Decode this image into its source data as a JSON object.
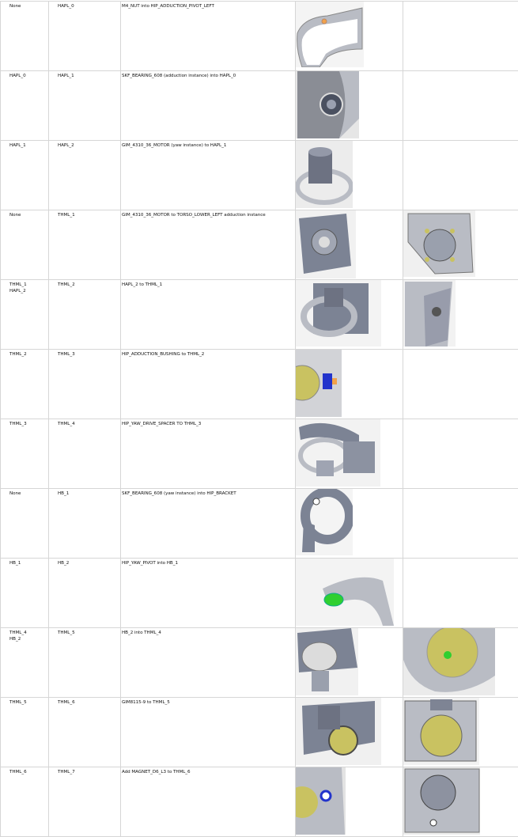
{
  "rows": [
    {
      "parent": [
        "None"
      ],
      "child": "HAPL_0",
      "description": "M4_NUT into HIP_ADDUCTION_PIVOT_LEFT",
      "images": [
        {
          "name": "nut-into-pivot-view"
        }
      ]
    },
    {
      "parent": [
        "HAPL_0"
      ],
      "child": "HAPL_1",
      "description": "SKF_BEARING_608 (adduction instance) into HAPL_0",
      "images": [
        {
          "name": "bearing-into-hapl0-view"
        }
      ]
    },
    {
      "parent": [
        "HAPL_1"
      ],
      "child": "HAPL_2",
      "description": "GIM_4310_36_MOTOR (yaw instance) to HAPL_1",
      "images": [
        {
          "name": "motor-to-hapl1-view"
        }
      ]
    },
    {
      "parent": [
        "None"
      ],
      "child": "THML_1",
      "description": "GIM_4310_36_MOTOR to TORSO_LOWER_LEFT adduction instance",
      "images": [
        {
          "name": "motor-to-torso-view"
        },
        {
          "name": "motor-to-torso-rear-view"
        }
      ]
    },
    {
      "parent": [
        "THML_1",
        "HAPL_2"
      ],
      "child": "THML_2",
      "description": "HAPL_2 to THML_1",
      "images": [
        {
          "name": "hapl2-to-thml1-view"
        },
        {
          "name": "hapl2-to-thml1-side-view"
        }
      ]
    },
    {
      "parent": [
        "THML_2"
      ],
      "child": "THML_3",
      "description": "HIP_ADDUCTION_BUSHING to THML_2",
      "images": [
        {
          "name": "bushing-to-thml2-view"
        }
      ]
    },
    {
      "parent": [
        "THML_3"
      ],
      "child": "THML_4",
      "description": "HIP_YAW_DRIVE_SPACER TO THML_3",
      "images": [
        {
          "name": "spacer-to-thml3-view"
        }
      ]
    },
    {
      "parent": [
        "None"
      ],
      "child": "HB_1",
      "description": "SKF_BEARING_608 (yaw instance) into HIP_BRACKET",
      "images": [
        {
          "name": "bearing-into-bracket-view"
        }
      ]
    },
    {
      "parent": [
        "HB_1"
      ],
      "child": "HB_2",
      "description": "HIP_YAW_PIVOT into HB_1",
      "images": [
        {
          "name": "pivot-into-hb1-view"
        }
      ]
    },
    {
      "parent": [
        "THML_4",
        "HB_2"
      ],
      "child": "THML_5",
      "description": "HB_2 into THML_4",
      "images": [
        {
          "name": "hb2-into-thml4-view"
        },
        {
          "name": "hb2-into-thml4-top-view"
        }
      ]
    },
    {
      "parent": [
        "THML_5"
      ],
      "child": "THML_6",
      "description": "GIM8115-9 to THML_5",
      "images": [
        {
          "name": "gim8115-to-thml5-view"
        },
        {
          "name": "gim8115-to-thml5-front-view"
        }
      ]
    },
    {
      "parent": [
        "THML_6"
      ],
      "child": "THML_7",
      "description": "Add MAGNET_D6_L3 to THML_6",
      "images": [
        {
          "name": "magnet-to-thml6-view"
        },
        {
          "name": "magnet-to-thml6-back-view"
        }
      ]
    }
  ],
  "colors": {
    "grid": "#d6d6d6",
    "metal": "#b9bcc4",
    "steel": "#7c8394",
    "shaft": "#8d93a0",
    "gold": "#c9c261",
    "blue": "#2233cc",
    "green": "#2fcf30",
    "orange": "#f2a24a"
  }
}
